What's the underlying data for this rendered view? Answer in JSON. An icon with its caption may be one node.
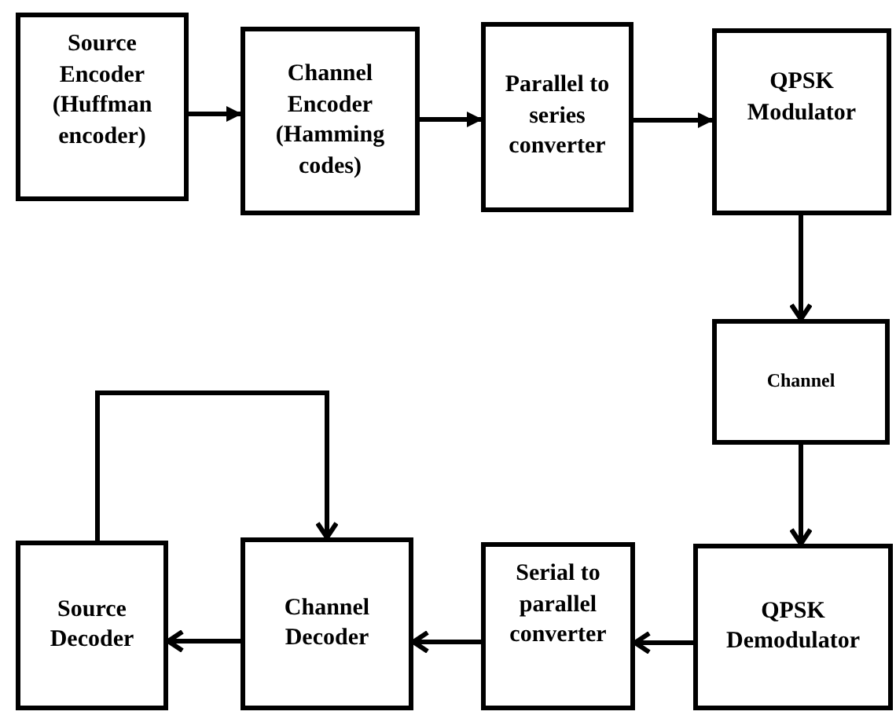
{
  "diagram": {
    "nodes": [
      {
        "text": [
          "Source Encoder (Huffman encoder)"
        ]
      },
      {
        "text": [
          "Channel Encoder (Hamming codes)"
        ]
      },
      {
        "text": [
          "Parallel to series converter"
        ]
      },
      {
        "text": [
          "QPSK Modulator"
        ]
      },
      {
        "text": [
          "Channel"
        ]
      },
      {
        "text": [
          "QPSK Demodulator"
        ]
      },
      {
        "text": [
          "Serial to parallel converter"
        ]
      },
      {
        "text": [
          "Channel Decoder"
        ]
      },
      {
        "text": [
          "Source Decoder"
        ]
      }
    ],
    "edges": [
      {
        "from": 0,
        "to": 1,
        "arrow": "to"
      },
      {
        "from": 1,
        "to": 2,
        "arrow": "to"
      },
      {
        "from": 2,
        "to": 3,
        "arrow": "to"
      },
      {
        "from": 3,
        "to": 4,
        "arrow": "to"
      },
      {
        "from": 4,
        "to": 5,
        "arrow": "to"
      },
      {
        "from": 5,
        "to": 6,
        "arrow": "to"
      },
      {
        "from": 6,
        "to": 7,
        "arrow": "to"
      },
      {
        "from": 7,
        "to": 8,
        "arrow": "to"
      },
      {
        "from": 8,
        "to": 7,
        "arrow": "to"
      }
    ]
  }
}
